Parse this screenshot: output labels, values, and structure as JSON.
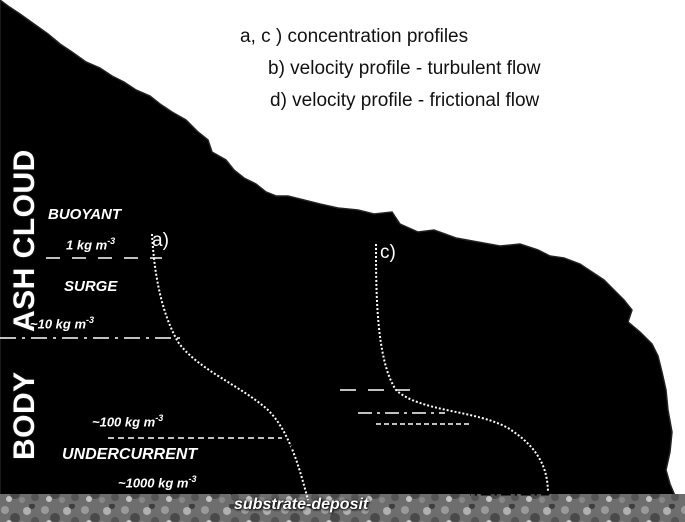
{
  "legend": {
    "line1": "a, c ) concentration profiles",
    "line2": "b) velocity profile - turbulent flow",
    "line3": "d) velocity profile - frictional flow"
  },
  "side_labels": {
    "ash_cloud": "ASH CLOUD",
    "body": "BODY"
  },
  "zones": {
    "buoyant": "BUOYANT",
    "surge": "SURGE",
    "undercurrent": "UNDERCURRENT",
    "substrate": "substrate-deposit"
  },
  "densities": {
    "d1": "1 kg m",
    "d1_exp": "-3",
    "d10": "~10 kg m",
    "d10_exp": "-3",
    "d100": "~100 kg m",
    "d100_exp": "-3",
    "d1000": "~1000 kg m",
    "d1000_exp": "-3"
  },
  "profiles": {
    "a": "a)",
    "b": "b)",
    "c": "c)",
    "d": "d)"
  },
  "colors": {
    "cloud_top": "#ffffff",
    "cloud_mid": "#8a8a8a",
    "cloud_bottom": "#000000",
    "outline": "#222222",
    "substrate": "#7a7a7a"
  }
}
